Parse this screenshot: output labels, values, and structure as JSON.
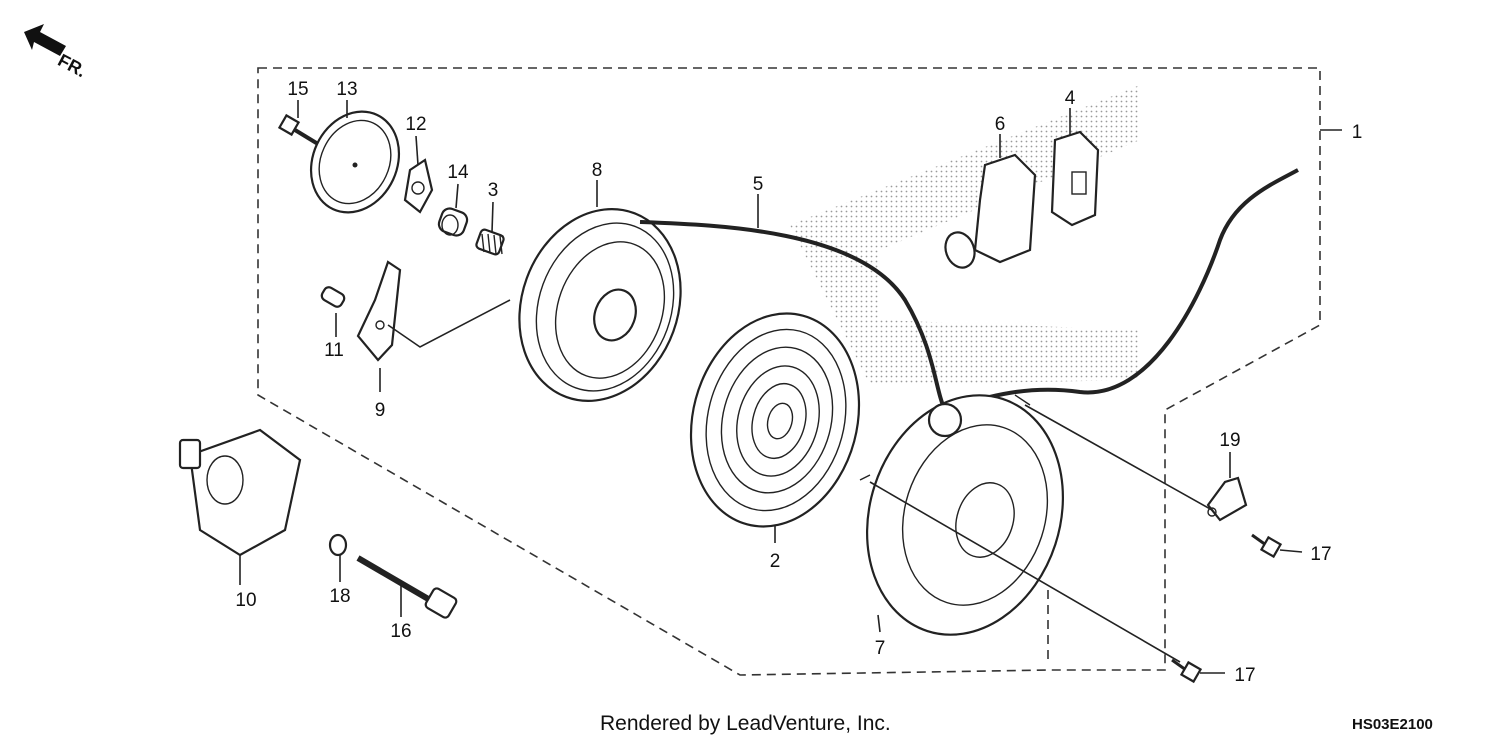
{
  "diagram": {
    "direction_label": "FR.",
    "credit": "Rendered by LeadVenture, Inc.",
    "code": "HS03E2100",
    "callouts": [
      {
        "id": "1",
        "label": "1"
      },
      {
        "id": "2",
        "label": "2"
      },
      {
        "id": "3",
        "label": "3"
      },
      {
        "id": "4",
        "label": "4"
      },
      {
        "id": "5",
        "label": "5"
      },
      {
        "id": "6",
        "label": "6"
      },
      {
        "id": "7",
        "label": "7"
      },
      {
        "id": "8",
        "label": "8"
      },
      {
        "id": "9",
        "label": "9"
      },
      {
        "id": "10",
        "label": "10"
      },
      {
        "id": "11",
        "label": "11"
      },
      {
        "id": "12",
        "label": "12"
      },
      {
        "id": "13",
        "label": "13"
      },
      {
        "id": "14",
        "label": "14"
      },
      {
        "id": "15",
        "label": "15"
      },
      {
        "id": "16",
        "label": "16"
      },
      {
        "id": "17a",
        "label": "17"
      },
      {
        "id": "17b",
        "label": "17"
      },
      {
        "id": "18",
        "label": "18"
      },
      {
        "id": "19",
        "label": "19"
      }
    ],
    "colors": {
      "line": "#222222",
      "background": "#ffffff",
      "shade": "#9a9a9a"
    }
  }
}
